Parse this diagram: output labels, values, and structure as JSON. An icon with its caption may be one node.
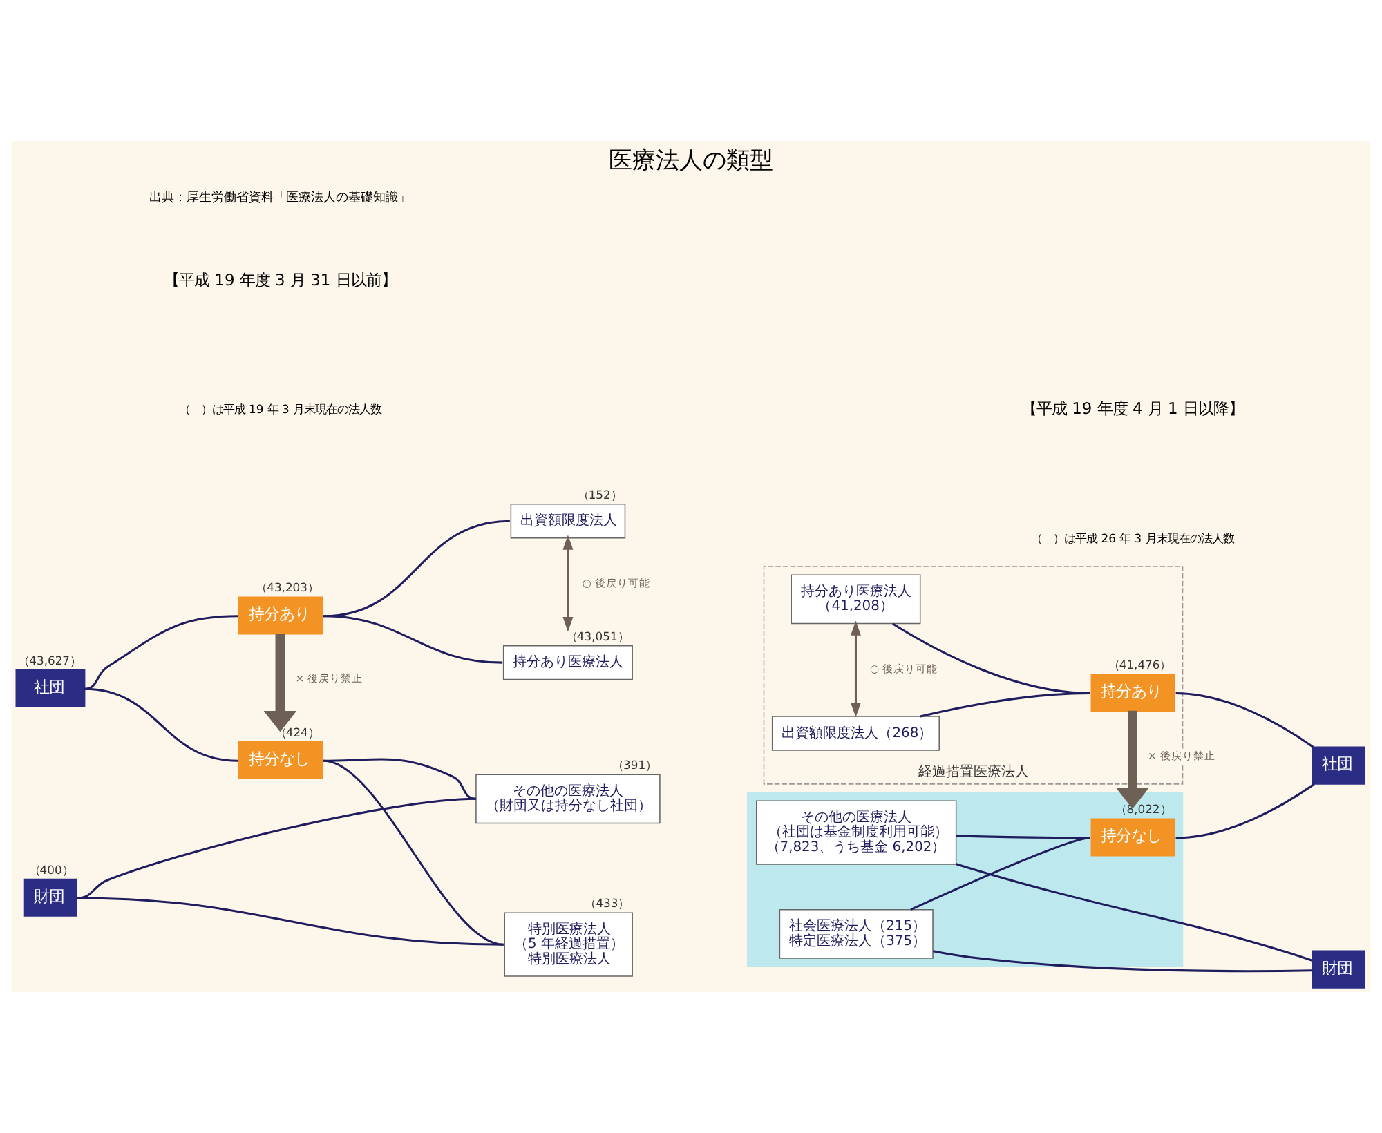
{
  "diagram": {
    "title": "医療法人の類型",
    "caption": "出典：厚生労働省資料「医療法人の基礎知識」",
    "nodes": [
      {
        "text": [
          "財団"
        ],
        "beside": [
          "（400）"
        ]
      },
      {
        "text": [
          "社団"
        ],
        "beside": [
          "（43,627）"
        ]
      },
      {
        "text": [
          "持分なし"
        ],
        "beside": [
          "（424）"
        ]
      },
      {
        "text": [
          "持分あり"
        ],
        "beside": [
          "（43,203）"
        ]
      },
      {
        "text": [
          "特別医療法人",
          "（5 年経過措置）",
          "特別医療法人"
        ],
        "beside": [
          "（433）"
        ]
      },
      {
        "text": [
          "その他の医療法人",
          "（財団又は持分なし社団）"
        ],
        "beside": [
          "（391）"
        ]
      },
      {
        "text": [
          "出資額限度法人"
        ],
        "beside": [
          "（152）"
        ]
      },
      {
        "text": [
          "持分あり医療法人"
        ],
        "beside": [
          "（43,051）"
        ]
      },
      {
        "text": [],
        "shape": "box"
      },
      {
        "text": [
          "社会医療法人（215）",
          "特定医療法人（375）"
        ],
        "in": 8
      },
      {
        "text": [
          "その他の医療法人",
          "（社団は基金制度利用可能）",
          "（7,823、うち基金 6,202）"
        ],
        "in": 8
      },
      {
        "text": [
          "持分なし"
        ],
        "beside": [
          "（8,022）"
        ],
        "in": 8
      },
      {
        "text": [
          "経過措置医療法人"
        ]
      },
      {
        "text": [
          "出資額限度法人（268）"
        ],
        "in": 12
      },
      {
        "text": [
          "持分あり医療法人",
          "（41,208）"
        ],
        "in": 12
      },
      {
        "text": [
          "持分あり"
        ],
        "beside": [
          "（41,476）"
        ],
        "in": 12
      },
      {
        "text": [
          "財団"
        ]
      },
      {
        "text": [
          "社団"
        ]
      }
    ],
    "edges": [
      {
        "from": 0,
        "to": 4,
        "arrow": "none"
      },
      {
        "from": 0,
        "to": 5,
        "arrow": "none"
      },
      {
        "from": 2,
        "to": 4,
        "arrow": "none"
      },
      {
        "from": 2,
        "to": 5,
        "arrow": "none"
      },
      {
        "from": 1,
        "to": 2,
        "arrow": "none"
      },
      {
        "from": 1,
        "to": 3,
        "arrow": "none"
      },
      {
        "from": 3,
        "to": 6,
        "arrow": "none"
      },
      {
        "from": 3,
        "to": 7,
        "arrow": "none"
      },
      {
        "from": 3,
        "to": 2,
        "arrow": "to",
        "label": "× 後戻り禁止",
        "style": "thick",
        "color": "#6f6055"
      },
      {
        "from": 6,
        "to": 7,
        "arrow": "both",
        "label": "○ 後戻り可能",
        "color": "#6f6055"
      },
      {
        "from": 9,
        "to": 16,
        "arrow": "none"
      },
      {
        "from": 9,
        "to": 11,
        "arrow": "none"
      },
      {
        "from": 10,
        "to": 16,
        "arrow": "none"
      },
      {
        "from": 10,
        "to": 11,
        "arrow": "none"
      },
      {
        "from": 11,
        "to": 17,
        "arrow": "none"
      },
      {
        "from": 15,
        "to": 17,
        "arrow": "none"
      },
      {
        "from": 13,
        "to": 15,
        "arrow": "none"
      },
      {
        "from": 14,
        "to": 15,
        "arrow": "none"
      },
      {
        "from": 15,
        "to": 11,
        "arrow": "to",
        "label": "× 後戻り禁止",
        "style": "thick",
        "color": "#6f6055"
      },
      {
        "from": 13,
        "to": 14,
        "arrow": "both",
        "label": "○ 後戻り可能",
        "color": "#6f6055"
      }
    ],
    "labels": [
      "【平成 19 年度 3 月 31 日以前】",
      "（　）は平成 19 年 3 月末現在の法人数",
      "【平成 19 年度 4 月 1 日以降】",
      "（　）は平成 26 年 3 月末現在の法人数"
    ]
  }
}
